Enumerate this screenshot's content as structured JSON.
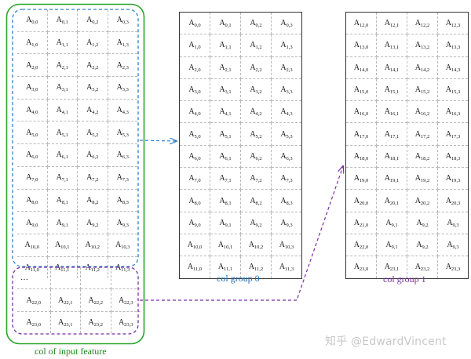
{
  "input_feature": {
    "caption": "col of input feature",
    "rows": [
      [
        "A0,0",
        "A0,1",
        "A0,2",
        "A0,3"
      ],
      [
        "A1,0",
        "A1,1",
        "A1,2",
        "A1,3"
      ],
      [
        "A2,0",
        "A2,1",
        "A2,2",
        "A2,3"
      ],
      [
        "A3,0",
        "A3,1",
        "A3,2",
        "A3,3"
      ],
      [
        "A4,0",
        "A4,1",
        "A4,2",
        "A4,3"
      ],
      [
        "A5,0",
        "A5,1",
        "A5,2",
        "A5,3"
      ],
      [
        "A6,0",
        "A6,1",
        "A6,2",
        "A6,3"
      ],
      [
        "A7,0",
        "A7,1",
        "A7,2",
        "A7,3"
      ],
      [
        "A8,0",
        "A8,1",
        "A8,2",
        "A8,3"
      ],
      [
        "A9,0",
        "A9,1",
        "A9,2",
        "A9,3"
      ],
      [
        "A10,0",
        "A10,1",
        "A10,2",
        "A10,3"
      ],
      [
        "A11,0",
        "A11,1",
        "A11,2",
        "A11,3"
      ]
    ],
    "ellipsis": "…",
    "bottom_rows": [
      [
        "A22,0",
        "A22,1",
        "A22,2",
        "A22,3"
      ],
      [
        "A23,0",
        "A23,1",
        "A23,2",
        "A23,3"
      ]
    ]
  },
  "col_group_0": {
    "caption": "col group 0",
    "rows": [
      [
        "A0,0",
        "A0,1",
        "A0,2",
        "A0,3"
      ],
      [
        "A1,0",
        "A1,1",
        "A1,2",
        "A1,3"
      ],
      [
        "A2,0",
        "A2,1",
        "A2,2",
        "A2,3"
      ],
      [
        "A3,0",
        "A3,1",
        "A3,2",
        "A3,3"
      ],
      [
        "A4,0",
        "A4,1",
        "A4,2",
        "A4,3"
      ],
      [
        "A5,0",
        "A5,1",
        "A5,2",
        "A5,3"
      ],
      [
        "A6,0",
        "A6,1",
        "A6,2",
        "A6,3"
      ],
      [
        "A7,0",
        "A7,1",
        "A7,2",
        "A7,3"
      ],
      [
        "A8,0",
        "A8,1",
        "A8,2",
        "A8,3"
      ],
      [
        "A9,0",
        "A9,1",
        "A9,2",
        "A9,3"
      ],
      [
        "A10,0",
        "A10,1",
        "A10,2",
        "A10,3"
      ],
      [
        "A11,0",
        "A11,1",
        "A11,2",
        "A11,3"
      ]
    ]
  },
  "col_group_1": {
    "caption": "col group 1",
    "rows": [
      [
        "A12,0",
        "A12,1",
        "A12,2",
        "A12,3"
      ],
      [
        "A13,0",
        "A13,1",
        "A13,2",
        "A13,3"
      ],
      [
        "A14,0",
        "A14,1",
        "A14,2",
        "A14,3"
      ],
      [
        "A15,0",
        "A15,1",
        "A15,2",
        "A15,3"
      ],
      [
        "A16,0",
        "A16,1",
        "A16,2",
        "A16,3"
      ],
      [
        "A17,0",
        "A17,1",
        "A17,2",
        "A17,3"
      ],
      [
        "A18,0",
        "A18,1",
        "A18,2",
        "A18,3"
      ],
      [
        "A19,0",
        "A19,1",
        "A19,2",
        "A19,3"
      ],
      [
        "A20,0",
        "A20,1",
        "A20,2",
        "A20,3"
      ],
      [
        "A21,0",
        "A9,1",
        "A9,2",
        "A9,3"
      ],
      [
        "A22,0",
        "A9,1",
        "A9,2",
        "A9,3"
      ],
      [
        "A23,0",
        "A23,1",
        "A23,2",
        "A23,3"
      ]
    ]
  },
  "watermark": "知乎 @EdwardVincent",
  "colors": {
    "input_outline": "#2aa52a",
    "group0_outline": "#2f7fc8",
    "group1_outline": "#7b2fa1"
  }
}
